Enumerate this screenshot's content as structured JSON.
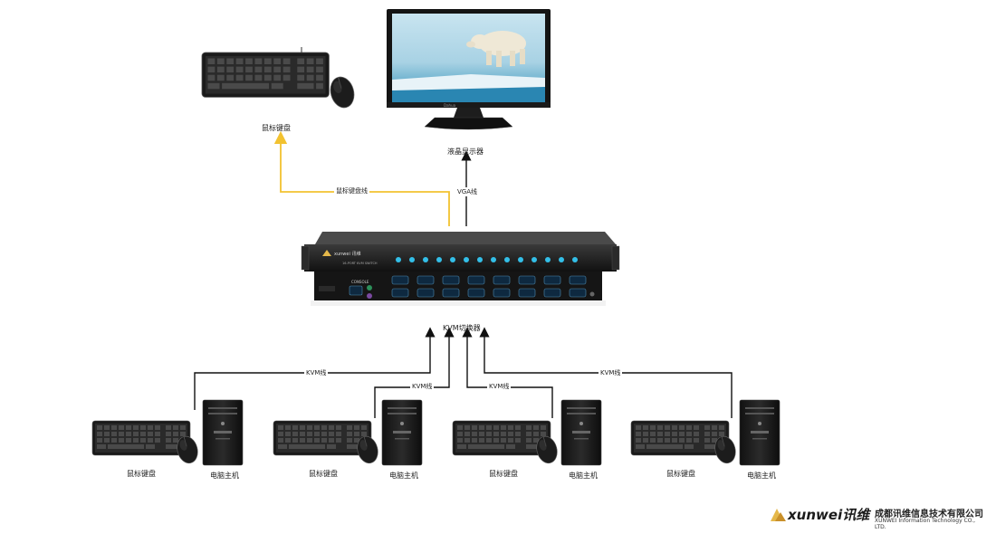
{
  "labels": {
    "monitor": "液晶显示器",
    "keyboard_mouse_top": "鼠标键盘",
    "vga_cable": "VGA线",
    "km_cable": "鼠标键盘线",
    "kvm_switch": "KVM切换器",
    "kvm_cable": "KVM线",
    "workstations": [
      {
        "keyboard": "鼠标键盘",
        "host": "电脑主机"
      },
      {
        "keyboard": "鼠标键盘",
        "host": "电脑主机"
      },
      {
        "keyboard": "鼠标键盘",
        "host": "电脑主机"
      },
      {
        "keyboard": "鼠标键盘",
        "host": "电脑主机"
      }
    ]
  },
  "device": {
    "brand": "xunwei 讯维",
    "model": "16-PORT KVM SWITCH",
    "console": "CONSOLE"
  },
  "monitor_brand": "Dahua",
  "company": {
    "logo": "xunwei讯维",
    "name_cn": "成都讯维信息技术有限公司",
    "name_en": "XUNWEI Information Technology CO., LTD."
  },
  "colors": {
    "km_line": "#f2c230",
    "line": "#111111",
    "screen_sky": "#9ec9de",
    "led": "#33bfe8"
  }
}
